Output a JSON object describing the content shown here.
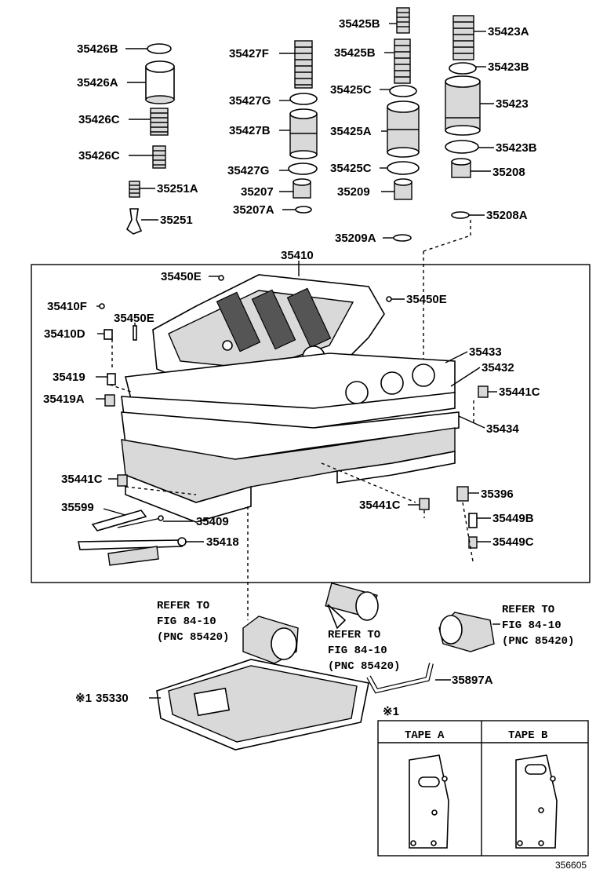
{
  "parts": {
    "p35426B": "35426B",
    "p35426A": "35426A",
    "p35426C_1": "35426C",
    "p35426C_2": "35426C",
    "p35251A": "35251A",
    "p35251": "35251",
    "p35427F": "35427F",
    "p35427G_1": "35427G",
    "p35427B": "35427B",
    "p35427G_2": "35427G",
    "p35207": "35207",
    "p35207A": "35207A",
    "p35425B_1": "35425B",
    "p35425B_2": "35425B",
    "p35425C_1": "35425C",
    "p35425A": "35425A",
    "p35425C_2": "35425C",
    "p35209": "35209",
    "p35209A": "35209A",
    "p35423A": "35423A",
    "p35423B_1": "35423B",
    "p35423": "35423",
    "p35423B_2": "35423B",
    "p35208": "35208",
    "p35208A": "35208A",
    "p35410": "35410",
    "p35450E_1": "35450E",
    "p35450E_2": "35450E",
    "p35450E_3": "35450E",
    "p35410F": "35410F",
    "p35410D": "35410D",
    "p35419": "35419",
    "p35419A": "35419A",
    "p35433": "35433",
    "p35432": "35432",
    "p35441C_1": "35441C",
    "p35434": "35434",
    "p35441C_2": "35441C",
    "p35599": "35599",
    "p35409": "35409",
    "p35418": "35418",
    "p35441C_3": "35441C",
    "p35396": "35396",
    "p35449B": "35449B",
    "p35449C": "35449C",
    "p35897A": "35897A",
    "p35330": "35330"
  },
  "refer_left": {
    "l1": "REFER TO",
    "l2": "FIG 84-10",
    "l3": "(PNC 85420)"
  },
  "refer_mid": {
    "l1": "REFER TO",
    "l2": "FIG 84-10",
    "l3": "(PNC 85420)"
  },
  "refer_right": {
    "l1": "REFER TO",
    "l2": "FIG 84-10",
    "l3": "(PNC 85420)"
  },
  "note_mark": "※1",
  "inset": {
    "mark": "※1",
    "tape_a": "TAPE  A",
    "tape_b": "TAPE  B"
  },
  "figure_id": "356605"
}
